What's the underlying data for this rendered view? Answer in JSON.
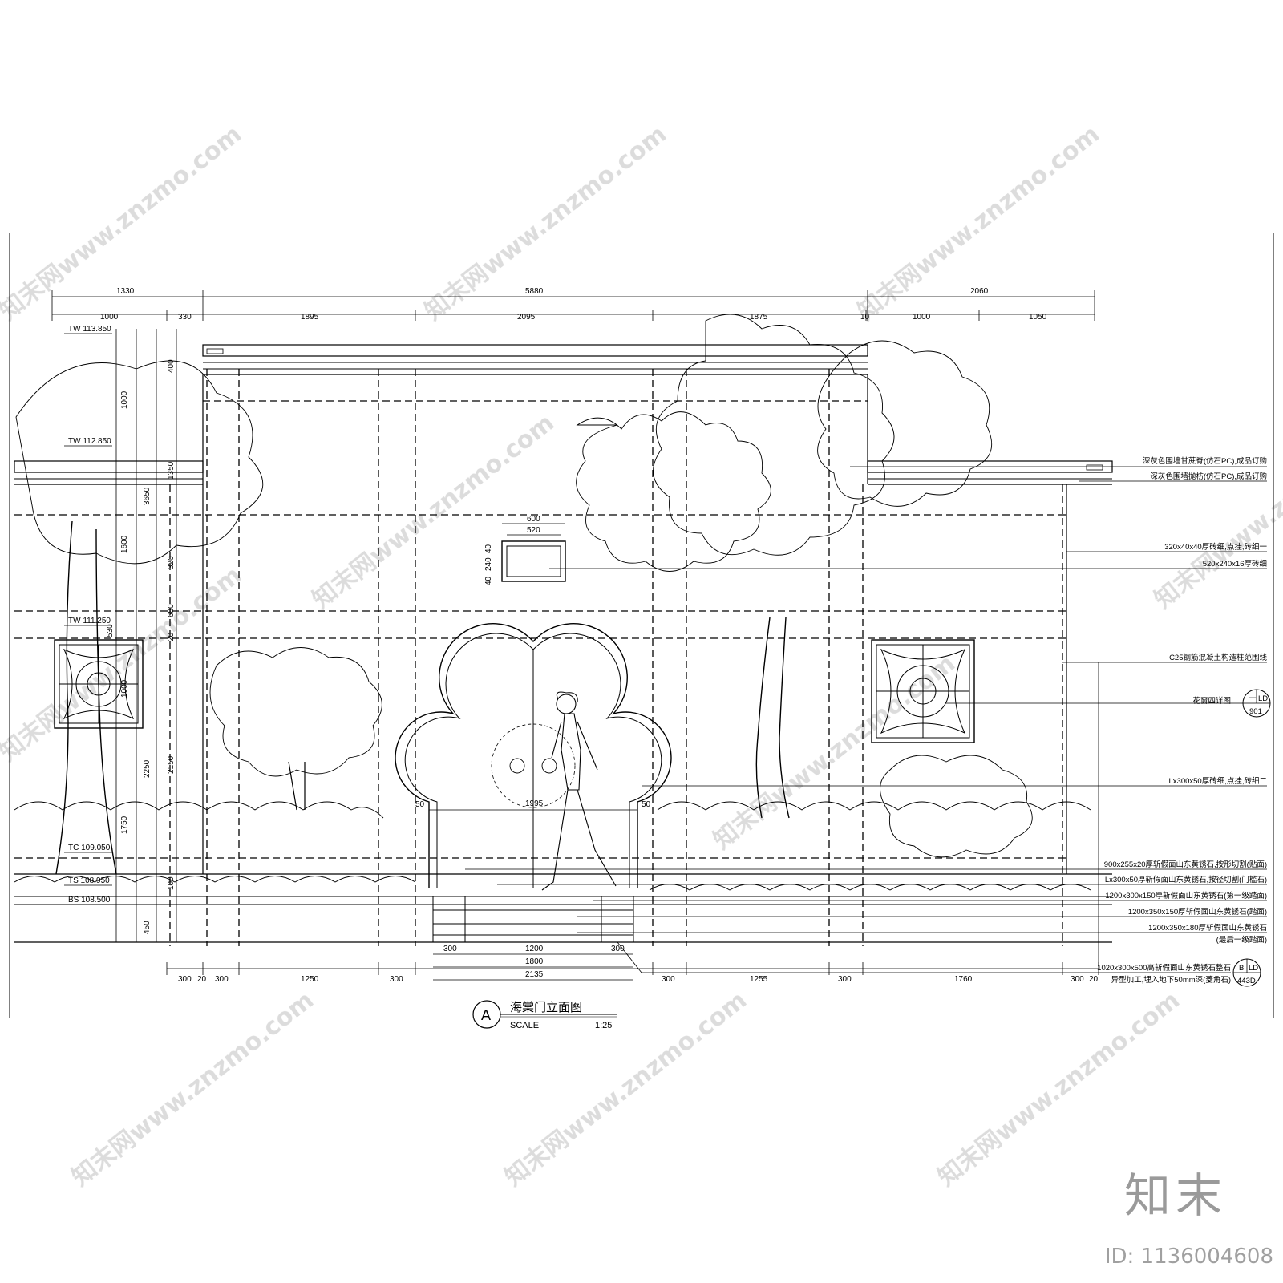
{
  "title": {
    "letter": "A",
    "name": "海棠门立面图",
    "scale_label": "SCALE",
    "scale_value": "1:25"
  },
  "dims_top_overall": [
    "1330",
    "5880",
    "2060"
  ],
  "dims_top_sub": [
    "1000",
    "330",
    "1895",
    "2095",
    "1875",
    "10",
    "1000",
    "1050"
  ],
  "dims_bottom": [
    "300",
    "20",
    "300",
    "1250",
    "300",
    "300",
    "1255",
    "300",
    "1760",
    "300",
    "20"
  ],
  "dims_door": {
    "width": "1995",
    "frame_left": "50",
    "frame_right": "50"
  },
  "dims_window": {
    "outer": "600",
    "inner": "520",
    "heights": [
      "40",
      "240",
      "40"
    ]
  },
  "dims_steps": {
    "row1": [
      "300",
      "1200",
      "300"
    ],
    "row2": "1800",
    "row3": "2135"
  },
  "dims_vertical": [
    "400",
    "1000",
    "1350",
    "3650",
    "1600",
    "320",
    "680",
    "1000",
    "2150",
    "2250",
    "1750",
    "450",
    "530",
    "20",
    "100"
  ],
  "levels": [
    "TW 113.850",
    "TW 112.850",
    "TW 111.250",
    "TC 109.050",
    "TS 108.950",
    "BS 108.500"
  ],
  "notes": [
    "深灰色围墙甘蔗脊(仿石PC),成品订购",
    "深灰色围墙抛枋(仿石PC),成品订购",
    "320x40x40厚砖细,点挂,砖细一",
    "520x240x16厚砖细",
    "C25钢筋混凝土构造柱范围线",
    "花窗四详图",
    "Lx300x50厚砖细,点挂,砖细二",
    "900x255x20厚斩假面山东黄锈石,按形切割(贴面)",
    "Lx300x50厚斩假面山东黄锈石,按径切割(门槛石)",
    "1200x300x150厚斩假面山东黄锈石(第一级踏面)",
    "1200x350x150厚斩假面山东黄锈石(踏面)",
    "1200x350x180厚斩假面山东黄锈石",
    "(最后一级踏面)",
    "1020x300x500高斩假面山东黄锈石整石",
    "异型加工,埋入地下50mm深(菱角石)"
  ],
  "detail_refs": [
    {
      "top": "一",
      "right": "LD",
      "bottom": "901"
    },
    {
      "top": "B",
      "right": "LD",
      "bottom": "443D"
    }
  ],
  "watermark": "知末网www.znzmo.com",
  "brand": "知末",
  "image_id": "ID: 1136004608"
}
